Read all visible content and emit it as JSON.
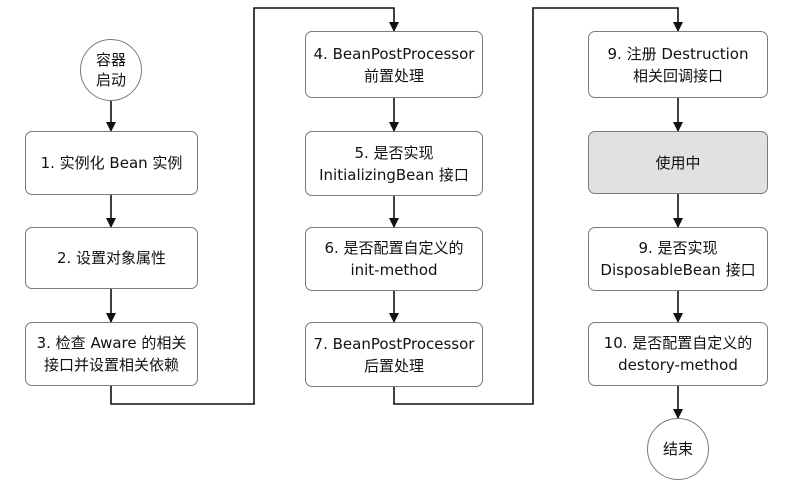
{
  "diagram": {
    "start": "容器\n启动",
    "end": "结束",
    "col1": [
      "1. 实例化 Bean 实例",
      "2. 设置对象属性",
      "3. 检查 Aware 的相关\n接口并设置相关依赖"
    ],
    "col2": [
      "4. BeanPostProcessor\n前置处理",
      "5. 是否实现\nInitializingBean 接口",
      "6. 是否配置自定义的\ninit-method",
      "7. BeanPostProcessor\n后置处理"
    ],
    "col3": [
      "9. 注册 Destruction\n相关回调接口",
      "使用中",
      "9. 是否实现\nDisposableBean 接口",
      "10. 是否配置自定义的\ndestory-method"
    ],
    "colors": {
      "border": "#7a7a7a",
      "line": "#111111",
      "active_fill": "#e1e1e1"
    }
  }
}
